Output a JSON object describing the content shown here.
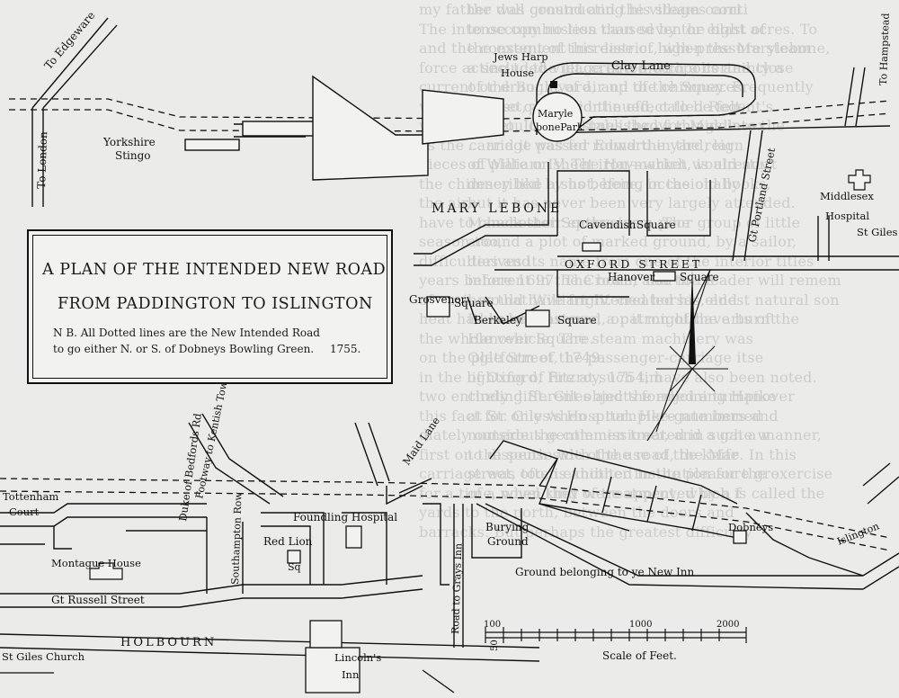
{
  "title": {
    "line1": "A PLAN OF THE INTENDED NEW ROAD",
    "line2": "FROM PADDINGTON TO ISLINGTON",
    "note_line1": "N B. All Dotted lines are the New Intended Road",
    "note_line2": "to go either N. or S. of Dobneys Bowling Green.",
    "year": "1755."
  },
  "labels": {
    "to_edgeware": "To Edgeware",
    "to_london": "To London",
    "yorkshire_stingo": "Yorkshire Stingo",
    "yorkshire": "Yorkshire",
    "stingo": "Stingo",
    "jews_harp": "Jews Harp",
    "house": "House",
    "clay_lane": "Clay Lane",
    "maryle": "Maryle",
    "bone_park": "bonePark",
    "to_hampstead": "To Hampstead",
    "gt_portland_street": "Gt Portland Street",
    "mary_lebone": "MARY LEBONE",
    "cavendish_square": "Cavendish Square",
    "cavendish": "Cavendish",
    "square": "Square",
    "middlesex": "Middlesex",
    "hospital": "Hospital",
    "st_giles": "St Giles",
    "oxford_street": "OXFORD STREET",
    "hanover_square": "Hanover Square",
    "hanover": "Hanover",
    "grosvenor": "Grosvenor",
    "berkeley": "Berkeley",
    "maid_lane": "Maid Lane",
    "duke_of_bedfords": "Duke of Bedfords Rd",
    "footway_kentish": "Footway to Kentish Town",
    "tottenham": "Tottenham",
    "court": "Court",
    "foundling_hospital": "Foundling Hospital",
    "southampton_row": "Southampton Row",
    "red_lion": "Red Lion",
    "sq": "Sq",
    "montague_house": "Montague House",
    "gt_russell_street": "Gt Russell Street",
    "holbourn": "HOLBOURN",
    "st_giles_church": "St Giles Church",
    "lincolns": "Lincoln's",
    "inn": "Inn",
    "burying": "Burying",
    "ground": "Ground",
    "road_to_grays_inn": "Road to Grays Inn",
    "ground_new_inn": "Ground belonging to ye New Inn",
    "dobneys": "Dobneys",
    "islington": "Islington"
  },
  "scale": {
    "ticks": [
      "100",
      "50",
      "1000",
      "2000"
    ],
    "label": "Scale of Feet."
  },
  "background_text": [
    "my father was constructing his steam-carri",
    "The intense combustion caused by the blast of",
    "and the consequent increase of high-pressure steam",
    "force acting to the jet, created with a certainty a",
    "current or draught of air up the chimney. Frequently",
    "were, and, so quick did the effect to be felt,",
    "workmen would sometimes throw things into the",
    "as the carriage passed round the yard, lar",
    "pieces of plate or sheet iron—which would start",
    "the chimney like a shot, being occasionally",
    "the air,",
    "have to check their enthusiasm. The",
    "season too,",
    "difficulties and",
    "years before 1697. The boiler had to be",
    "of, or it would have frightened horses, and",
    "heat had to be mastered, or it might have burnt",
    "the whole vehicle. The steam machinery was",
    "on the platform of the passenger-carriage itse",
    "in the lighting of fire at such tim",
    "two entirely different objects formed a turnpike",
    "this fact for only when a turnpike-gate immed",
    "diately outside the commissioner, and a gate w",
    "first on the south side of the road, the Mar",
    "carriage was often exhibited in the pleasure gro",
    "for a time, when they were approved by a f",
    "yards to the north, between the doors and",
    "barracks. But perhaps the greatest difficulty",
    "the dull ground and the villages conti",
    "to occupy no less than seven or eight acres. To",
    "the extent of this district, when the Marylebone,",
    "a secluded village in a metropolis and close",
    "of the Boulevard, and of the Squares,",
    "Market, as he continued, called Regent's",
    "Street. It was established for Middlesex",
    "... and it was for Edward in the reign",
    "of William IV. The Haymarket, is already",
    "described by us before, in the old books,",
    "but it has never been very largely attended.",
    "Manchester Square, as a poor group of little",
    "around a plot of marked ground, by a sailor,",
    "derives its name from one of the interior titles",
    "inherent in the Crown, and the reader will remem",
    "ber that William IV. created his eldest natural son",
    "Duke of Clarence, a patron of the arts of the",
    "Hanover Square.",
    "Ogle Street, 1749.",
    "of Oxford, Fitzroy, 1754, have also been noted.",
    "cluding St. Giles and the adjoining Hanover",
    "at St. Giles's Hospital. Here numbers and",
    "numerous gentlemen treated in such a manner,",
    "to dispense with the use of the knife. In this",
    "street, too, is another institution for the exercise",
    "of a novel kind of treatment, which is called the"
  ]
}
